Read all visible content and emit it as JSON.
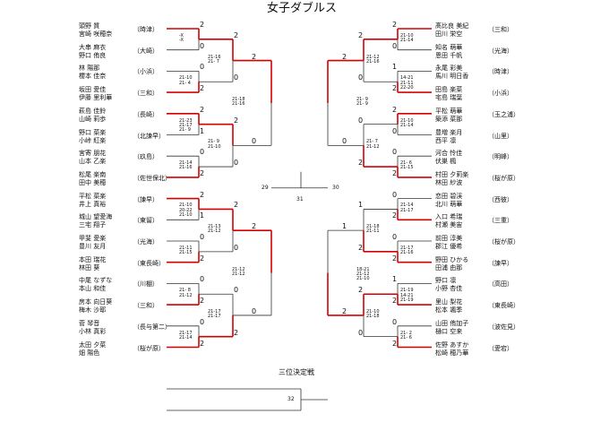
{
  "title": "女子ダブルス",
  "third_place_title": "三位決定戦",
  "left_entries": [
    {
      "p1": "頭野 質",
      "p2": "宮崎 咲穂奈",
      "team": "（時津）"
    },
    {
      "p1": "大串 麻衣",
      "p2": "野口 侑良",
      "team": "（大崎）"
    },
    {
      "p1": "林 陽那",
      "p2": "櫻本 佳奈",
      "team": "（小浜）"
    },
    {
      "p1": "坂田 愛佳",
      "p2": "伊藤 里利華",
      "team": "（三和）"
    },
    {
      "p1": "萩島 佳鈴",
      "p2": "山崎 莉歩",
      "team": "（長崎）"
    },
    {
      "p1": "野口 菜楽",
      "p2": "小峠 紅楽",
      "team": "（北諫早）"
    },
    {
      "p1": "宮寄 朋花",
      "p2": "山本 乙楽",
      "team": "（玖島）"
    },
    {
      "p1": "松尾 楽南",
      "p2": "田中 美穂",
      "team": "（佐世保北）"
    },
    {
      "p1": "平松 菜楽",
      "p2": "井上 真裕",
      "team": "（諫早）"
    },
    {
      "p1": "城山 望愛海",
      "p2": "三宅 翔子",
      "team": "（東留）"
    },
    {
      "p1": "甲斐 愛楽",
      "p2": "豊川 友月",
      "team": "（光海）"
    },
    {
      "p1": "本田 瑞花",
      "p2": "林田 葵",
      "team": "（東長崎）"
    },
    {
      "p1": "中尾 なずな",
      "p2": "本山 和佳",
      "team": "（川棚）"
    },
    {
      "p1": "房本 向日葵",
      "p2": "梅木 沙耶",
      "team": "（三和）"
    },
    {
      "p1": "菅 琴音",
      "p2": "小林 真彩",
      "team": "（長与第二）"
    },
    {
      "p1": "太田 夕菜",
      "p2": "畑 陽色",
      "team": "（桜が原）"
    }
  ],
  "right_entries": [
    {
      "p1": "髙比良 美紀",
      "p2": "田川 栄空",
      "team": "（三和）"
    },
    {
      "p1": "知名 萌華",
      "p2": "恩田 千帆",
      "team": "（光海）"
    },
    {
      "p1": "永尾 彩美",
      "p2": "馬川 明日香",
      "team": "（時津）"
    },
    {
      "p1": "田島 楽菜",
      "p2": "宅島 瑞葉",
      "team": "（小浜）"
    },
    {
      "p1": "平松 萌華",
      "p2": "築添 菜那",
      "team": "（玉之浦）"
    },
    {
      "p1": "豊増 楽月",
      "p2": "西平 凛",
      "team": "（山里）"
    },
    {
      "p1": "河合 怜佳",
      "p2": "伏巣 楓",
      "team": "（明峰）"
    },
    {
      "p1": "村田 夕莉楽",
      "p2": "林田 紗波",
      "team": "（桜が原）"
    },
    {
      "p1": "恋田 碧渓",
      "p2": "北川 萌華",
      "team": "（西彼）"
    },
    {
      "p1": "入口 希瑞",
      "p2": "村瀬 美宙",
      "team": "（三重）"
    },
    {
      "p1": "前田 淳美",
      "p2": "郡江 優希",
      "team": "（桜が原）"
    },
    {
      "p1": "野田 ひかる",
      "p2": "田浦 由那",
      "team": "（諫早）"
    },
    {
      "p1": "野口 凛",
      "p2": "小野 杏佳",
      "team": "（高田）"
    },
    {
      "p1": "里山 梨花",
      "p2": "松本 颯季",
      "team": "（東長崎）"
    },
    {
      "p1": "山田 侑加子",
      "p2": "樋口 空来",
      "team": "（波佐見）"
    },
    {
      "p1": "佐野 あすか",
      "p2": "松崎 穂乃華",
      "team": "（愛宕）"
    }
  ],
  "left_r1": [
    {
      "scores": [
        "-X",
        "-X"
      ],
      "top": "2",
      "bottom": "0"
    },
    {
      "scores": [
        "21-10",
        "21- 4"
      ],
      "top": "0",
      "bottom": "2"
    },
    {
      "scores": [
        "21-23",
        "21-17",
        "21- 9"
      ],
      "top": "2",
      "bottom": "1"
    },
    {
      "scores": [
        "21-14",
        "21-16"
      ],
      "top": "0",
      "bottom": "2"
    },
    {
      "scores": [
        "21-10",
        "20-22",
        "21-10"
      ],
      "top": "2",
      "bottom": "1"
    },
    {
      "scores": [
        "21-11",
        "21-15"
      ],
      "top": "0",
      "bottom": "2"
    },
    {
      "scores": [
        "21- 8",
        "21-12"
      ],
      "top": "0",
      "bottom": "2"
    },
    {
      "scores": [
        "21-17",
        "21-14"
      ],
      "top": "0",
      "bottom": "2"
    }
  ],
  "left_r2": [
    {
      "scores": [
        "21-16",
        "21- 7"
      ],
      "top": "2",
      "bottom": "0"
    },
    {
      "scores": [
        "21- 9",
        "21-10"
      ],
      "top": "2",
      "bottom": "0"
    },
    {
      "scores": [
        "21-13",
        "21-12"
      ],
      "top": "2",
      "bottom": "0"
    },
    {
      "scores": [
        "21-17",
        "21-17"
      ],
      "top": "0",
      "bottom": "2"
    }
  ],
  "left_r3": [
    {
      "scores": [
        "21-18",
        "21-16"
      ],
      "top": "2",
      "bottom": "0"
    },
    {
      "scores": [
        "21-12",
        "21-12"
      ],
      "top": "2",
      "bottom": "0"
    }
  ],
  "right_r1": [
    {
      "scores": [
        "21-10",
        "21-14"
      ],
      "top": "2",
      "bottom": "0"
    },
    {
      "scores": [
        "14-21",
        "21-11",
        "22-20"
      ],
      "top": "1",
      "bottom": "2"
    },
    {
      "scores": [
        "21-10",
        "21-14"
      ],
      "top": "2",
      "bottom": "0"
    },
    {
      "scores": [
        "21- 6",
        "21-15"
      ],
      "top": "0",
      "bottom": "2"
    },
    {
      "scores": [
        "21-14",
        "21-17"
      ],
      "top": "0",
      "bottom": "2"
    },
    {
      "scores": [
        "21-17",
        "21-16"
      ],
      "top": "0",
      "bottom": "2"
    },
    {
      "scores": [
        "21-19",
        "14-21",
        "21-19"
      ],
      "top": "1",
      "bottom": "2"
    },
    {
      "scores": [
        "21- 2",
        "21- 6"
      ],
      "top": "0",
      "bottom": "2"
    }
  ],
  "right_r2": [
    {
      "scores": [
        "21-12",
        "21-16"
      ],
      "top": "2",
      "bottom": "0"
    },
    {
      "scores": [
        "21- 7",
        "21-12"
      ],
      "top": "0",
      "bottom": "2"
    },
    {
      "scores": [
        "21-18",
        "21-11"
      ],
      "top": "1",
      "bottom": "2"
    },
    {
      "scores": [
        "21-10",
        "21-18"
      ],
      "top": "2",
      "bottom": "0"
    }
  ],
  "right_r3": [
    {
      "scores": [
        "21- 9",
        "21- 9"
      ],
      "top": "2",
      "bottom": "0"
    },
    {
      "scores": [
        "18-21",
        "21-12",
        "21-10"
      ],
      "top": "1",
      "bottom": "2"
    }
  ],
  "semifinal": {
    "left_match_no": "29",
    "right_match_no": "30",
    "final_match_no": "31",
    "third_match_no": "32"
  }
}
